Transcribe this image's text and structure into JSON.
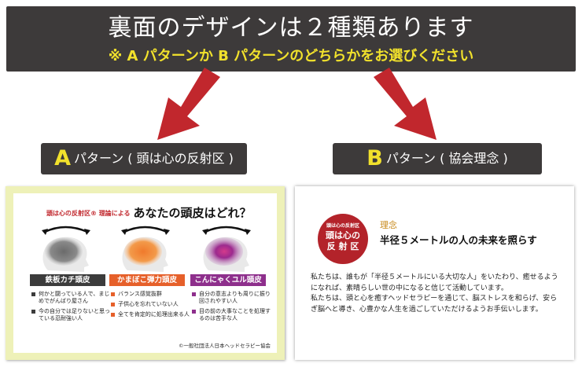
{
  "banner": {
    "title": "裏面のデザインは２種類あります",
    "subtitle": "※ A パターンか B パターンのどちらかをお選びください"
  },
  "colors": {
    "dark_bg": "#3d3a3a",
    "accent_yellow": "#f1e12c",
    "arrow_red": "#c1272d",
    "card_a_frame": "#eef1b8",
    "type_gray": "#3c3c3c",
    "type_orange": "#e6602a",
    "type_purple": "#8e2f8c",
    "logo_red": "#b3232a",
    "rinen_gold": "#c8891a"
  },
  "icons": {
    "left_arrow": "down-left-arrow-icon",
    "right_arrow": "down-right-arrow-icon"
  },
  "pattern_a": {
    "letter": "A",
    "label": "パターン ( 頭は心の反射区 )"
  },
  "pattern_b": {
    "letter": "B",
    "label": "パターン ( 協会理念 )"
  },
  "card_a": {
    "prefix": "頭は心の反射区® 理論による",
    "title": "あなたの頭皮はどれ？",
    "types": [
      {
        "name": "鉄板カチ頭皮",
        "bullets": [
          "何かと闘っている人で、まじめでがんばり屋さん",
          "今の自分では足りないと思っている忍耐強い人"
        ]
      },
      {
        "name": "かまぼこ弾力頭皮",
        "bullets": [
          "バランス感覚抜群",
          "子供心を忘れていない人",
          "全てを肯定的に処理出来る人"
        ]
      },
      {
        "name": "こんにゃくユル頭皮",
        "bullets": [
          "自分の意志よりも周りに振り回されやすい人",
          "目の前の大事なことを処理するのは苦手な人"
        ]
      }
    ],
    "copyright": "©一般社団法人日本ヘッドセラピー協会"
  },
  "card_b": {
    "logo_top": "頭は心の反射区",
    "logo_main": "頭は心の\n反 射 区",
    "rinen_label": "理念",
    "rinen_title": "半径５メートルの人の未来を照らす",
    "paragraphs": [
      "私たちは、誰もが「半径５メートルにいる大切な人」をいたわり、癒せるようになれば、素晴らしい世の中になると信じて活動しています。",
      "私たちは、頭と心を癒すヘッドセラピーを通じて、脳ストレスを和らげ、安らぎ脳へと導き、心豊かな人生を過ごしていただけるようお手伝いします。"
    ]
  }
}
